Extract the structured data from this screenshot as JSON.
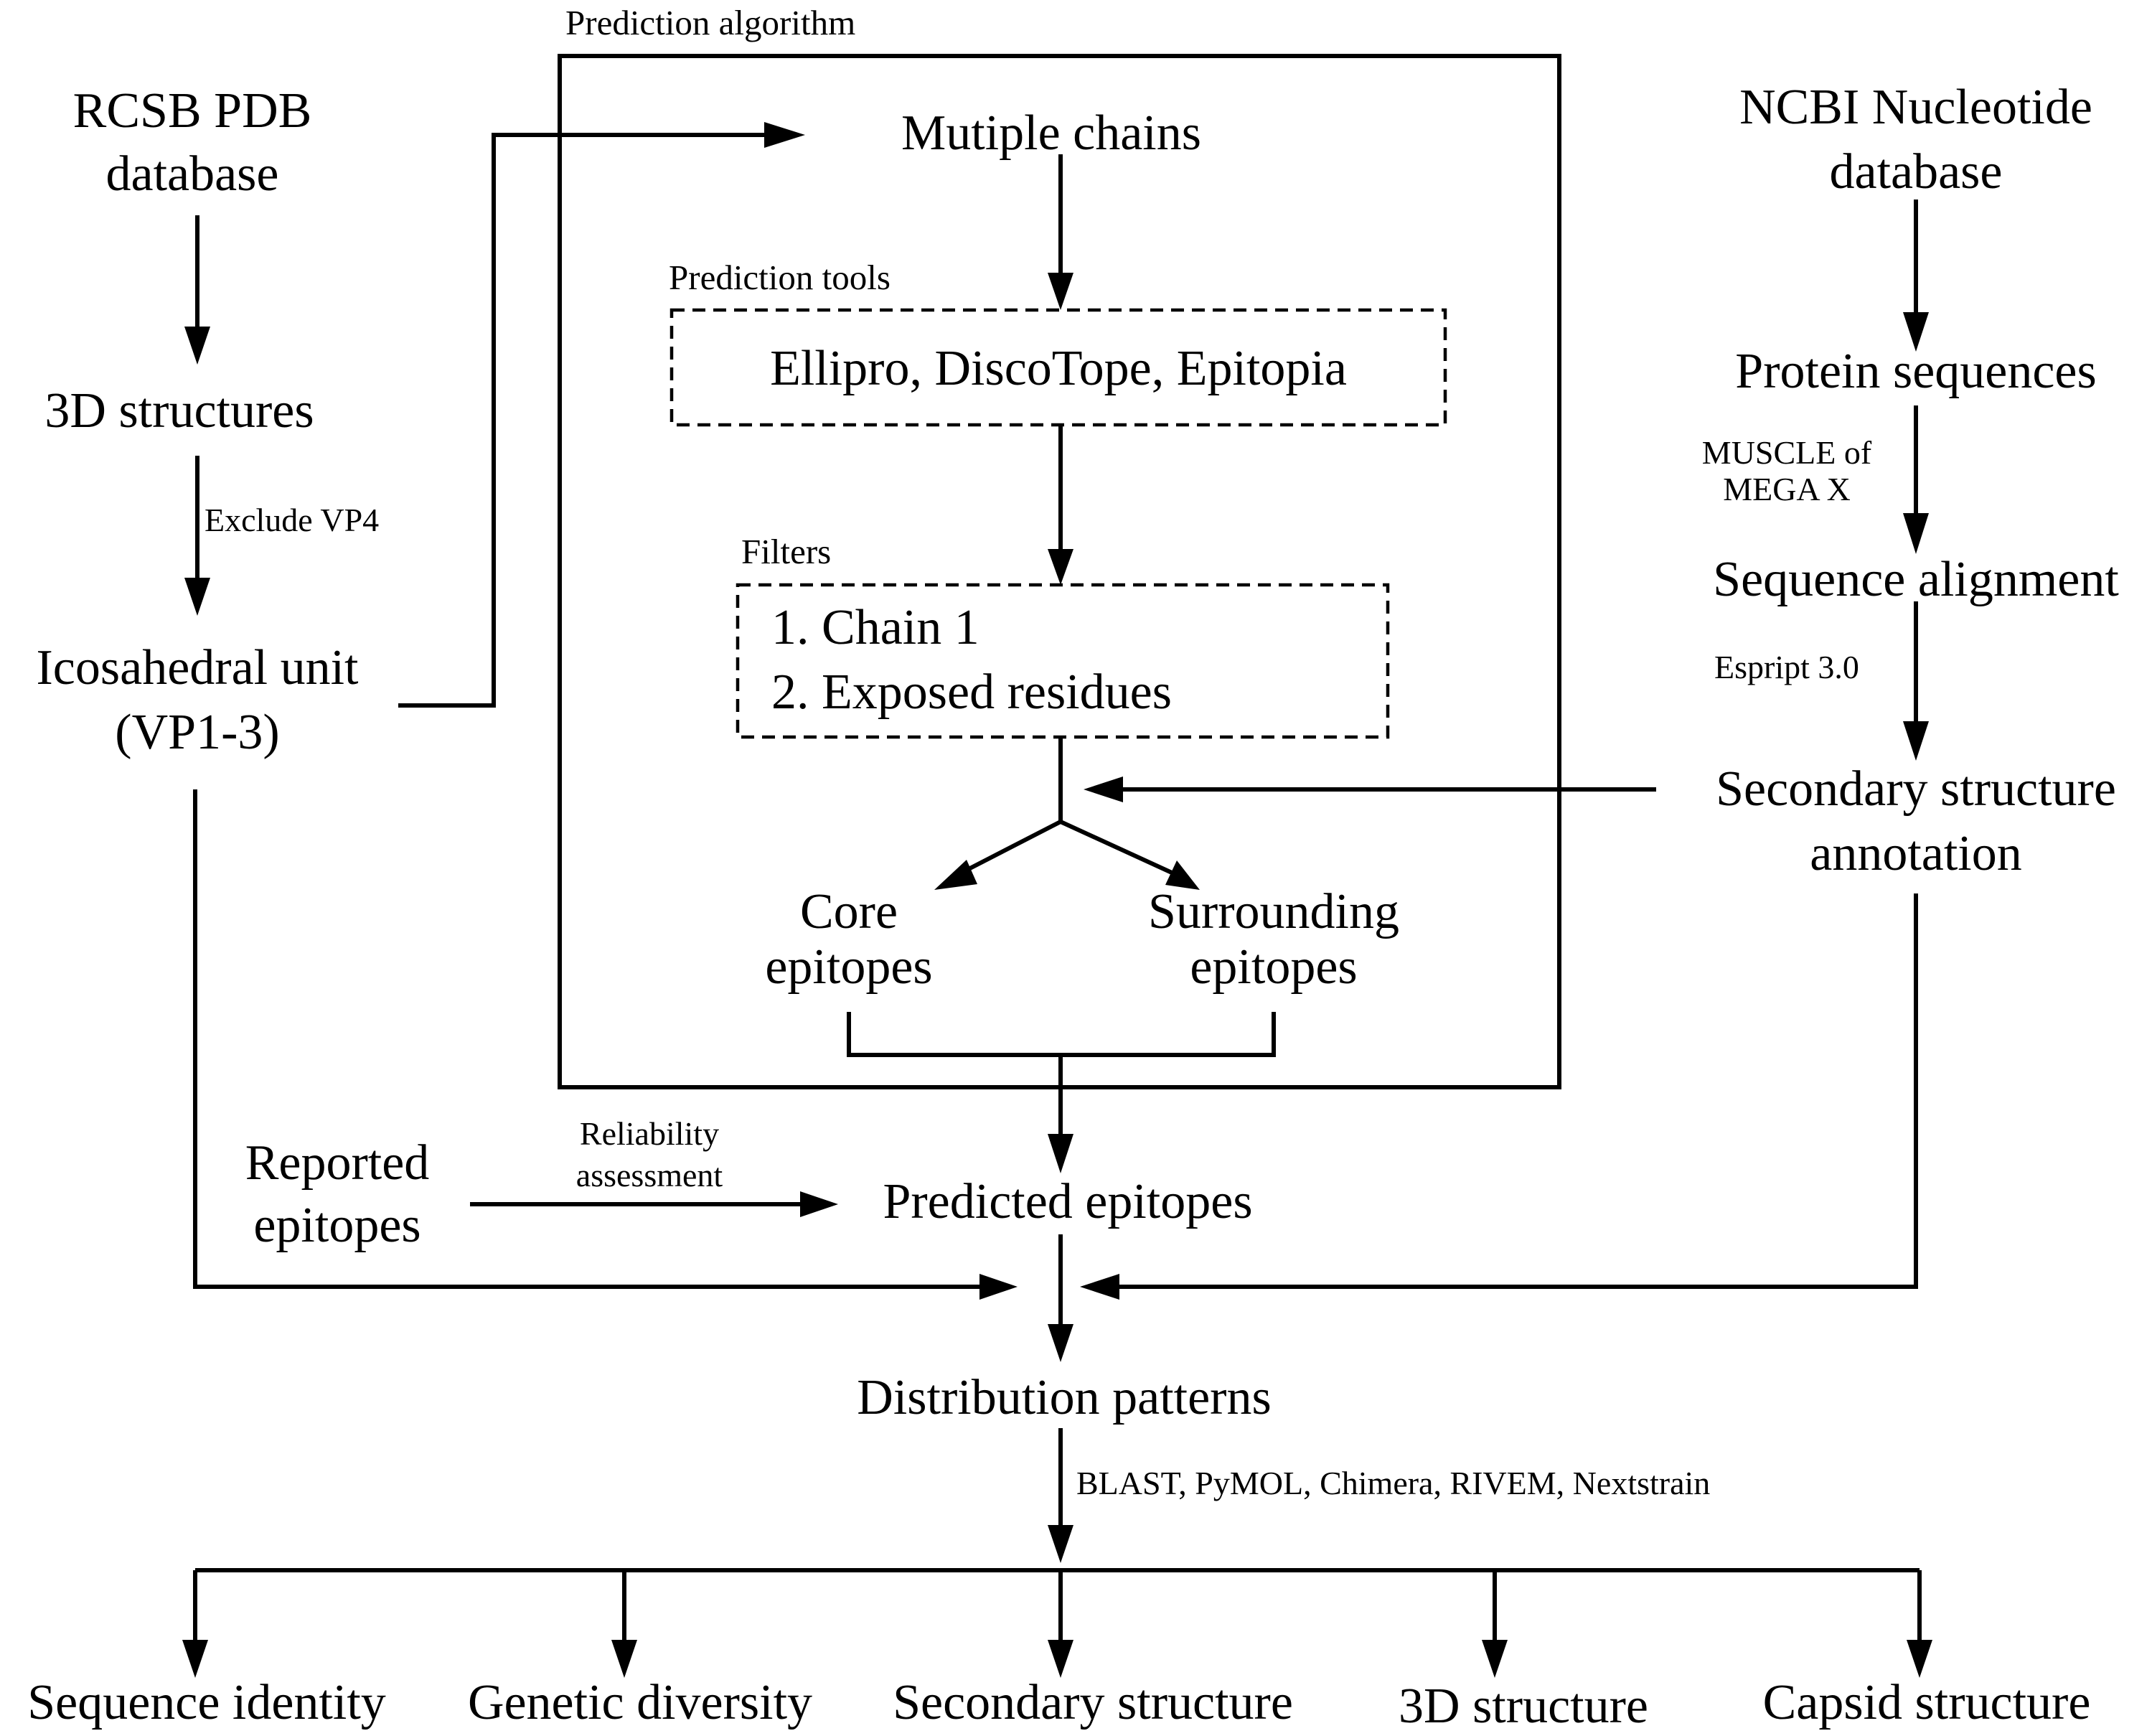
{
  "left": {
    "db_line1": "RCSB PDB",
    "db_line2": "database",
    "structures": "3D structures",
    "exclude": "Exclude VP4",
    "unit_line1": "Icosahedral unit",
    "unit_line2": "(VP1-3)"
  },
  "center": {
    "algo_label": "Prediction algorithm",
    "chains": "Mutiple chains",
    "tools_label": "Prediction tools",
    "tools": "Ellipro, DiscoTope, Epitopia",
    "filters_label": "Filters",
    "filter1": "1. Chain 1",
    "filter2": "2. Exposed residues",
    "core_line1": "Core",
    "core_line2": "epitopes",
    "surr_line1": "Surrounding",
    "surr_line2": "epitopes"
  },
  "right": {
    "db_line1": "NCBI Nucleotide",
    "db_line2": "database",
    "protein": "Protein sequences",
    "muscle_line1": "MUSCLE of",
    "muscle_line2": "MEGA X",
    "alignment": "Sequence alignment",
    "espript": "Espript 3.0",
    "secondary_line1": "Secondary structure",
    "secondary_line2": "annotation"
  },
  "middle": {
    "reported_line1": "Reported",
    "reported_line2": "epitopes",
    "reliability_line1": "Reliability",
    "reliability_line2": "assessment",
    "predicted": "Predicted epitopes",
    "distribution": "Distribution patterns",
    "tools": "BLAST, PyMOL, Chimera, RIVEM, Nextstrain"
  },
  "outputs": [
    "Sequence identity",
    "Genetic diversity",
    "Secondary structure",
    "3D structure",
    "Capsid structure"
  ]
}
